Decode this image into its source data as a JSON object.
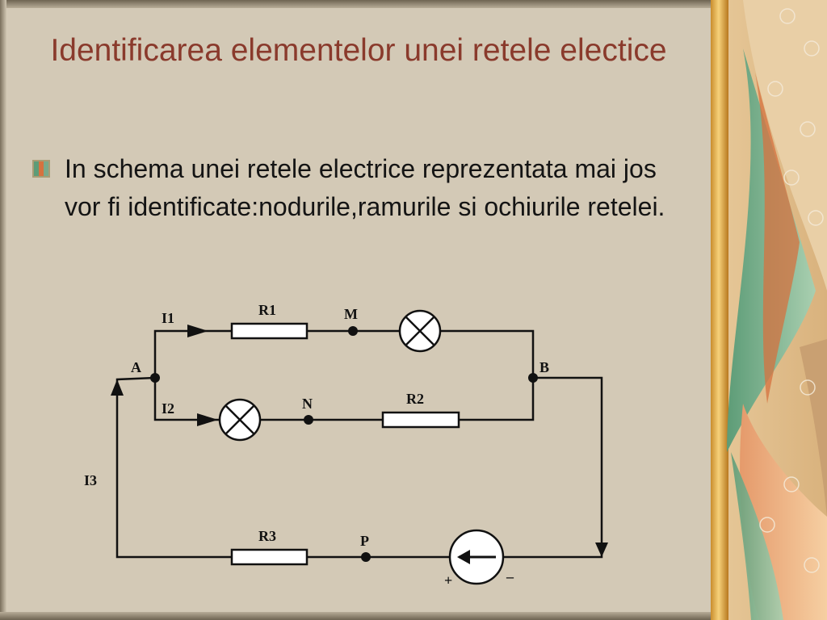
{
  "slide": {
    "title": "Identificarea elementelor unei retele electice",
    "bullet_text": "In schema unei retele electrice reprezentata mai jos vor fi identificate:nodurile,ramurile si ochiurile retelei."
  },
  "diagram": {
    "resistors": {
      "r1": "R1",
      "r2": "R2",
      "r3": "R3"
    },
    "nodes": {
      "a": "A",
      "b": "B",
      "m": "M",
      "n": "N",
      "p": "P"
    },
    "currents": {
      "i1": "I1",
      "i2": "I2",
      "i3": "I3"
    },
    "source": {
      "plus": "+",
      "minus": "–"
    }
  },
  "colors": {
    "title": "#8a3a2c",
    "background": "#d3c9b6",
    "text": "#141414"
  },
  "icons": [
    "bullet-icon",
    "lamp-icon",
    "current-source-icon",
    "decorative-side-panel"
  ]
}
